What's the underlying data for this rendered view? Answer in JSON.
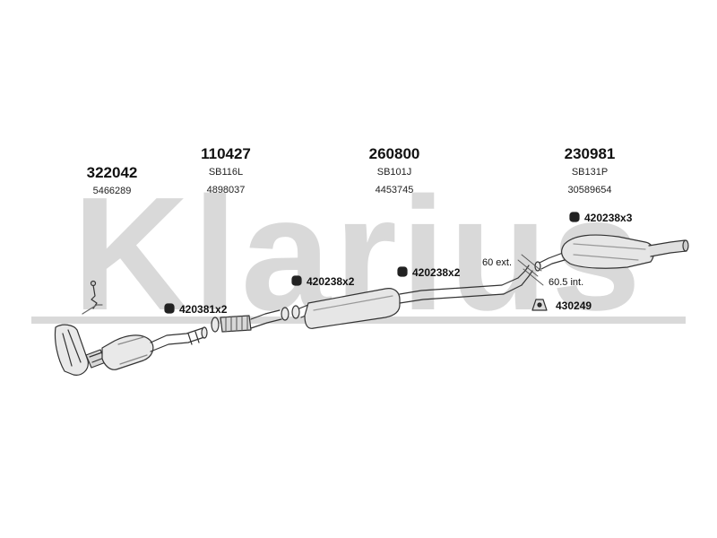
{
  "watermark": {
    "text": "Klarius",
    "color": "#d6d6d6"
  },
  "parts": [
    {
      "number": "322042",
      "ref": "5466289"
    },
    {
      "number": "110427",
      "ref": "SB116L",
      "ref2": "4898037"
    },
    {
      "number": "260800",
      "ref": "SB101J",
      "ref2": "4453745"
    },
    {
      "number": "230981",
      "ref": "SB131P",
      "ref2": "30589654"
    }
  ],
  "fittings": [
    {
      "label": "420238x3"
    },
    {
      "label": "420238x2"
    },
    {
      "label": "420238x2"
    },
    {
      "label": "420381x2"
    },
    {
      "label": "430249"
    }
  ],
  "dimensions": {
    "ext": "60 ext.",
    "int": "60.5 int."
  },
  "colors": {
    "line": "#333333",
    "fill": "#e9e9e9",
    "shade": "#bdbdbd"
  }
}
